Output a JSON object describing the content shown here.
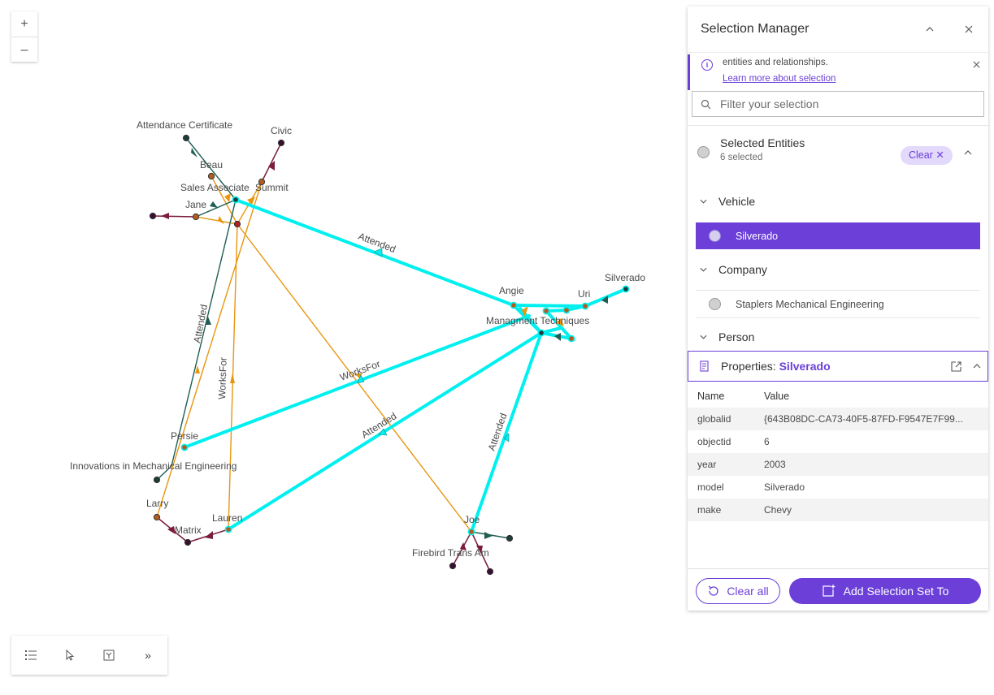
{
  "zoom": {
    "in": "+",
    "out": "–"
  },
  "graph": {
    "labels": {
      "attendance_certificate": "Attendance Certificate",
      "civic": "Civic",
      "beau": "Beau",
      "sales_associate": "Sales Associate",
      "summit": "Summit",
      "jane": "Jane",
      "angie": "Angie",
      "uri": "Uri",
      "silverado": "Silverado",
      "managment_techniques": "Managment Techniques",
      "persie": "Persie",
      "innovations": "Innovations in Mechanical Engineering",
      "larry": "Larry",
      "matrix": "Matrix",
      "lauren": "Lauren",
      "joe": "Joe",
      "firebird": "Firebird Trans Am"
    },
    "edge_labels": {
      "attended_top": "Attended",
      "attended_left": "Attended",
      "worksfor_left": "WorksFor",
      "worksfor_mid": "WorksFor",
      "attended_mid": "Attended",
      "attended_right": "Attended"
    },
    "colors": {
      "highlight": "#00f0f0",
      "orange": "#e8960f",
      "green": "#1f5e54",
      "maroon": "#7a1c3a",
      "brown": "#b35c1e"
    }
  },
  "toolbar": {
    "icons": [
      "list-icon",
      "pointer-icon",
      "layout-icon",
      "expand-icon"
    ],
    "expand_label": "»"
  },
  "panel": {
    "title": "Selection Manager",
    "notice_text": "entities and relationships.",
    "notice_link": "Learn more about selection",
    "filter_placeholder": "Filter your selection",
    "selected_title": "Selected Entities",
    "selected_count": "6 selected",
    "clear_label": "Clear",
    "groups": {
      "vehicle": "Vehicle",
      "company": "Company",
      "person": "Person"
    },
    "vehicle_item": "Silverado",
    "company_item": "Staplers Mechanical Engineering",
    "properties_prefix": "Properties:",
    "properties_name": "Silverado",
    "table_headers": {
      "name": "Name",
      "value": "Value"
    },
    "rows": [
      {
        "name": "globalid",
        "value": "{643B08DC-CA73-40F5-87FD-F9547E7F99..."
      },
      {
        "name": "objectid",
        "value": "6"
      },
      {
        "name": "year",
        "value": "2003"
      },
      {
        "name": "model",
        "value": "Silverado"
      },
      {
        "name": "make",
        "value": "Chevy"
      }
    ],
    "clear_all": "Clear all",
    "add_selection": "Add Selection Set To"
  }
}
